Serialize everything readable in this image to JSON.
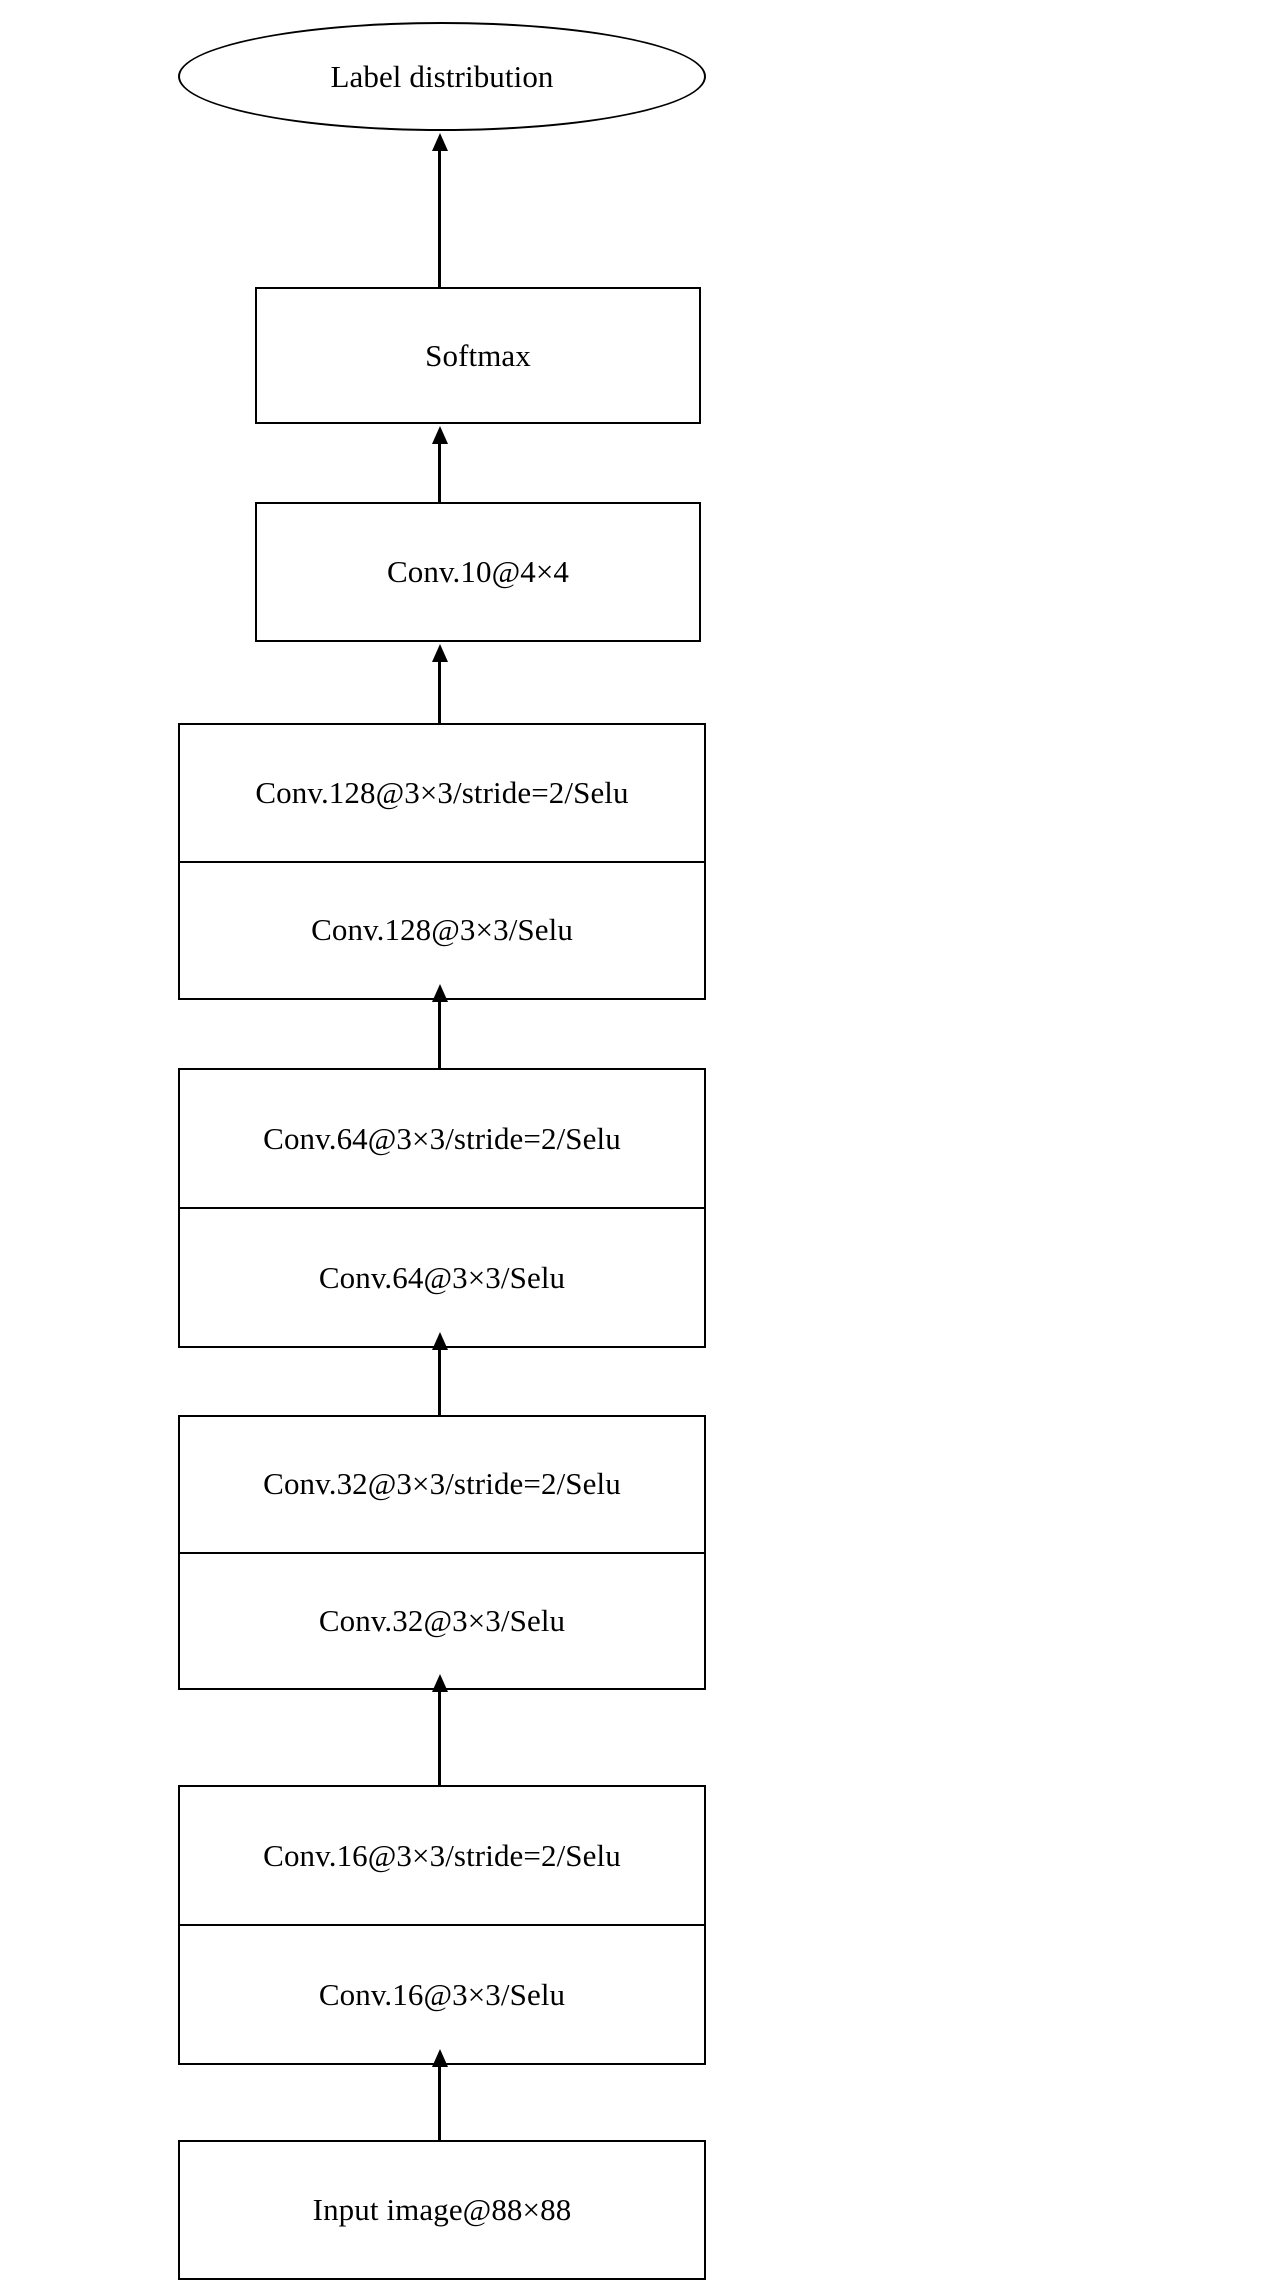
{
  "diagram": {
    "title": "CNN architecture stack",
    "background_color": "#ffffff",
    "stroke_color": "#000000",
    "nodes": {
      "output": {
        "label": "Label distribution",
        "shape": "ellipse"
      },
      "softmax": {
        "label": "Softmax",
        "shape": "rect"
      },
      "conv10": {
        "label": "Conv.10@4×4",
        "shape": "rect"
      },
      "conv128_stride": {
        "label": "Conv.128@3×3/stride=2/Selu",
        "shape": "rect"
      },
      "conv128": {
        "label": "Conv.128@3×3/Selu",
        "shape": "rect"
      },
      "conv64_stride": {
        "label": "Conv.64@3×3/stride=2/Selu",
        "shape": "rect"
      },
      "conv64": {
        "label": "Conv.64@3×3/Selu",
        "shape": "rect"
      },
      "conv32_stride": {
        "label": "Conv.32@3×3/stride=2/Selu",
        "shape": "rect"
      },
      "conv32": {
        "label": "Conv.32@3×3/Selu",
        "shape": "rect"
      },
      "conv16_stride": {
        "label": "Conv.16@3×3/stride=2/Selu",
        "shape": "rect"
      },
      "conv16": {
        "label": "Conv.16@3×3/Selu",
        "shape": "rect"
      },
      "input": {
        "label": "Input image@88×88",
        "shape": "rect"
      }
    },
    "edges": [
      {
        "from": "input",
        "to": "conv16",
        "kind": "arrow-up"
      },
      {
        "from": "conv16_stride",
        "to": "conv32",
        "kind": "arrow-up"
      },
      {
        "from": "conv32_stride",
        "to": "conv64",
        "kind": "arrow-up"
      },
      {
        "from": "conv64_stride",
        "to": "conv128",
        "kind": "arrow-up"
      },
      {
        "from": "conv128_stride",
        "to": "conv10",
        "kind": "arrow-up"
      },
      {
        "from": "conv10",
        "to": "softmax",
        "kind": "arrow-up"
      },
      {
        "from": "softmax",
        "to": "output",
        "kind": "arrow-up"
      }
    ]
  }
}
